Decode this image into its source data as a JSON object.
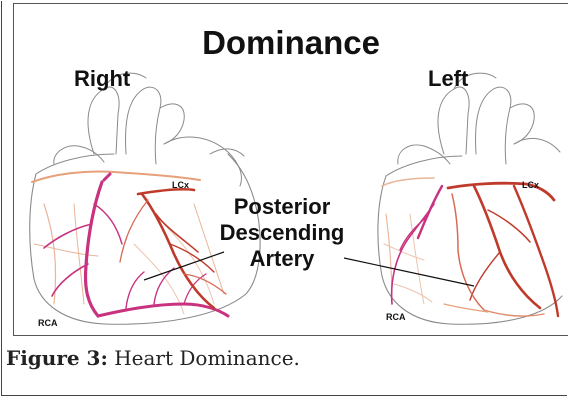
{
  "figure": {
    "title": "Dominance",
    "left_label": "Right",
    "right_label": "Left",
    "callout_lines": [
      "Posterior",
      "Descending",
      "Artery"
    ],
    "left_heart": {
      "lcx_label": "LCx",
      "rca_label": "RCA"
    },
    "right_heart": {
      "lcx_label": "LCx",
      "rca_label": "RCA"
    },
    "colors": {
      "rca_artery": "#c8327f",
      "lcx_artery": "#c03a2b",
      "pale_artery": "#e6a07a"
    }
  },
  "caption": {
    "label": "Figure 3:",
    "text": " Heart Dominance."
  }
}
